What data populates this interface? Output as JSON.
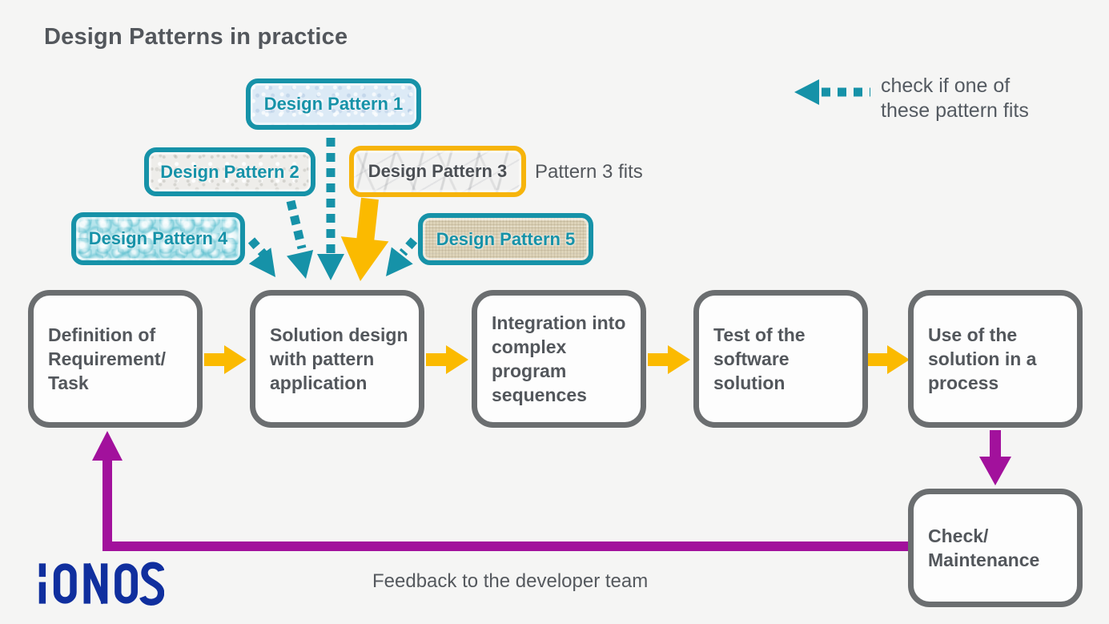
{
  "title": "Design Patterns in practice",
  "legend": {
    "line1": "check if one of",
    "line2": "these pattern fits",
    "arrow_icon": "teal-dashed-arrow-left"
  },
  "patterns": [
    {
      "label": "Design Pattern 1",
      "texture": "blue-paper",
      "border": "#1692a8"
    },
    {
      "label": "Design Pattern 2",
      "texture": "white-stucco",
      "border": "#1692a8"
    },
    {
      "label": "Design Pattern 3",
      "texture": "marble",
      "border": "#f6b40b",
      "fits": true
    },
    {
      "label": "Design Pattern 4",
      "texture": "water-droplets",
      "border": "#1692a8"
    },
    {
      "label": "Design Pattern 5",
      "texture": "linen",
      "border": "#1692a8"
    }
  ],
  "annotation": "Pattern 3 fits",
  "flow_steps": [
    {
      "label": "Definition of Requirement/ Task"
    },
    {
      "label": "Solution design with pattern application"
    },
    {
      "label": "Integration into complex program sequences"
    },
    {
      "label": "Test of the software solution"
    },
    {
      "label": "Use of the solution in a process"
    },
    {
      "label": "Check/ Maintenance"
    }
  ],
  "feedback_label": "Feedback to the developer team",
  "logo_text": "IONOS",
  "colors": {
    "background": "#f5f5f4",
    "teal": "#1692a8",
    "yellow": "#fbba00",
    "purple": "#a2119c",
    "box_border_gray": "#6b6e70",
    "text_gray": "#53575c",
    "logo_blue": "#102f9e"
  }
}
